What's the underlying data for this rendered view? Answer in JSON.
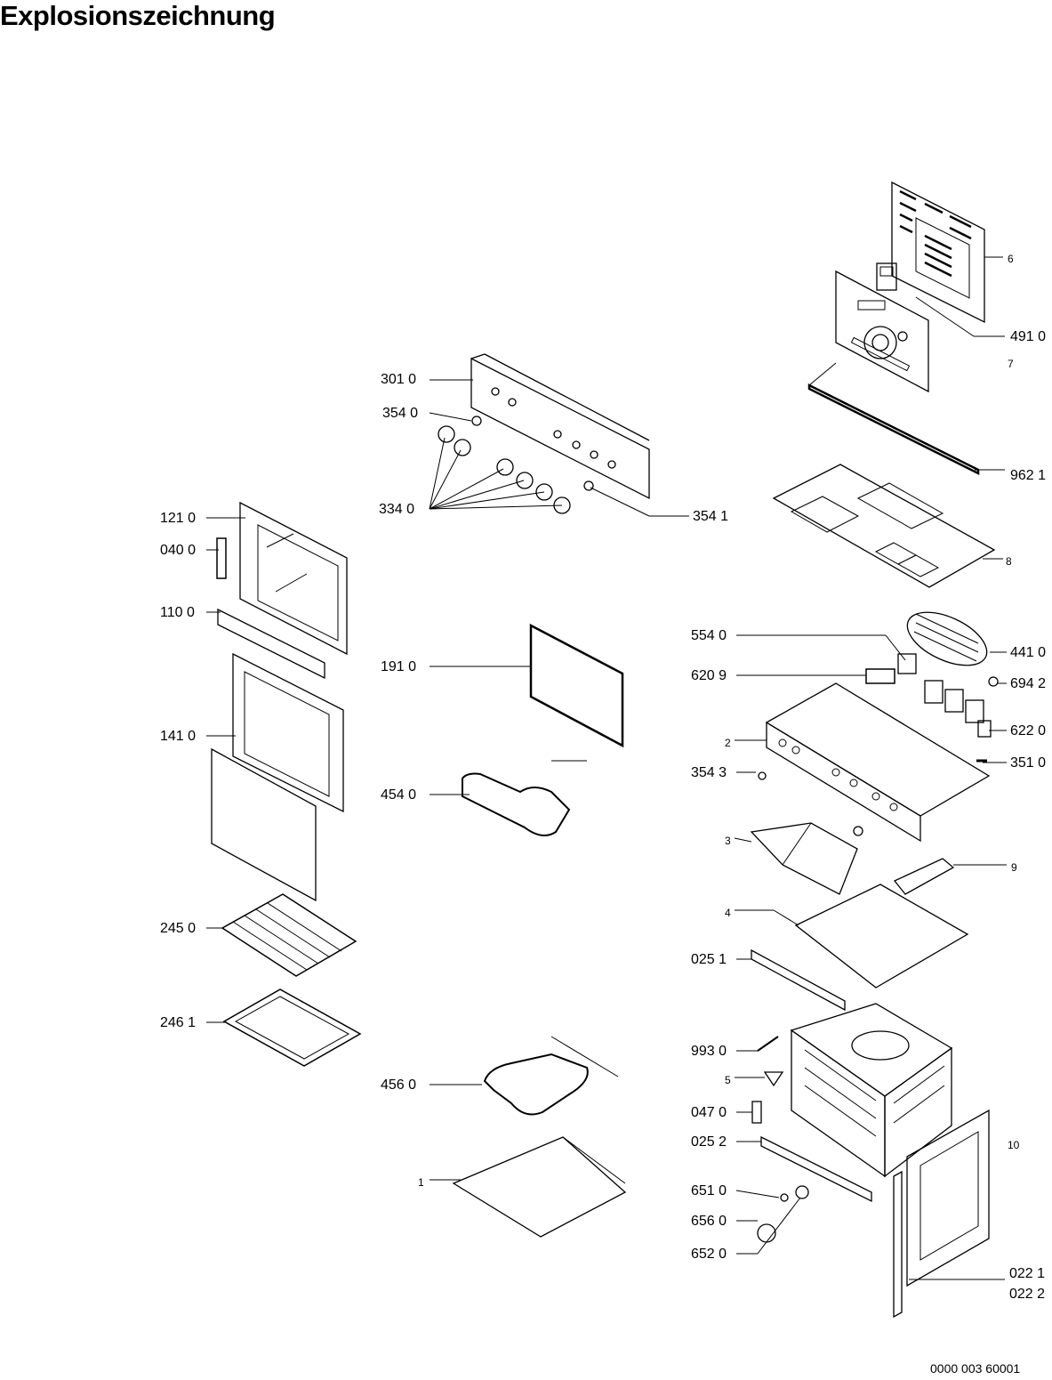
{
  "title": "Explosionszeichnung",
  "doc_number": "0000 003 60001",
  "labels": {
    "p6": "6",
    "p491_0": "491 0",
    "p7": "7",
    "p962_1": "962 1",
    "p8": "8",
    "p301_0": "301 0",
    "p354_0": "354 0",
    "p334_0": "334 0",
    "p354_1": "354 1",
    "p121_0": "121 0",
    "p040_0": "040 0",
    "p110_0": "110 0",
    "p141_0": "141 0",
    "p191_0": "191 0",
    "p454_0": "454 0",
    "p554_0": "554 0",
    "p441_0": "441 0",
    "p620_9": "620 9",
    "p694_2": "694 2",
    "p2": "2",
    "p622_0": "622 0",
    "p354_3": "354 3",
    "p351_0": "351 0",
    "p3": "3",
    "p9": "9",
    "p245_0": "245 0",
    "p4": "4",
    "p025_1": "025 1",
    "p246_1": "246 1",
    "p993_0": "993 0",
    "p5": "5",
    "p456_0": "456 0",
    "p047_0": "047 0",
    "p025_2": "025 2",
    "p10": "10",
    "p1": "1",
    "p651_0": "651 0",
    "p656_0": "656 0",
    "p652_0": "652 0",
    "p022_1": "022 1",
    "p022_2": "022 2"
  }
}
